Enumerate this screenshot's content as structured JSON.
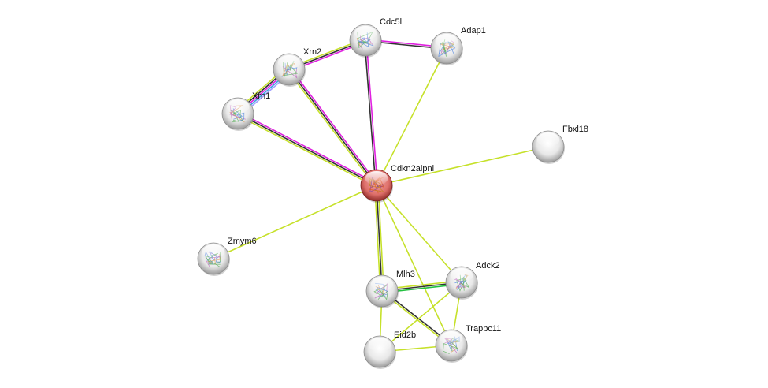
{
  "title": "Protein interaction network",
  "colors": {
    "textmining": "#c6e12a",
    "coexpression": "#333333",
    "experiments": "#e020e0",
    "databases": "#3aa0e0",
    "homology": "#a0a0ff",
    "neighborhood": "#22c040",
    "query_node": "#d9534f",
    "node": "#e6e6e6"
  },
  "nodes": [
    {
      "id": "Cdkn2aipnl",
      "label": "Cdkn2aipnl",
      "query": true,
      "structure": true
    },
    {
      "id": "Cdc5l",
      "label": "Cdc5l",
      "query": false,
      "structure": true
    },
    {
      "id": "Adap1",
      "label": "Adap1",
      "query": false,
      "structure": true
    },
    {
      "id": "Xrn2",
      "label": "Xrn2",
      "query": false,
      "structure": true
    },
    {
      "id": "Xrn1",
      "label": "Xrn1",
      "query": false,
      "structure": true
    },
    {
      "id": "Fbxl18",
      "label": "Fbxl18",
      "query": false,
      "structure": false
    },
    {
      "id": "Zmym6",
      "label": "Zmym6",
      "query": false,
      "structure": true
    },
    {
      "id": "Mlh3",
      "label": "Mlh3",
      "query": false,
      "structure": true
    },
    {
      "id": "Adck2",
      "label": "Adck2",
      "query": false,
      "structure": true
    },
    {
      "id": "Eid2b",
      "label": "Eid2b",
      "query": false,
      "structure": false
    },
    {
      "id": "Trappc11",
      "label": "Trappc11",
      "query": false,
      "structure": true
    }
  ],
  "edges": [
    {
      "source": "Cdkn2aipnl",
      "target": "Xrn1",
      "evidence": [
        "textmining",
        "coexpression",
        "experiments"
      ]
    },
    {
      "source": "Cdkn2aipnl",
      "target": "Xrn2",
      "evidence": [
        "textmining",
        "coexpression",
        "experiments"
      ]
    },
    {
      "source": "Cdkn2aipnl",
      "target": "Cdc5l",
      "evidence": [
        "coexpression",
        "experiments"
      ]
    },
    {
      "source": "Cdkn2aipnl",
      "target": "Adap1",
      "evidence": [
        "textmining"
      ]
    },
    {
      "source": "Cdkn2aipnl",
      "target": "Fbxl18",
      "evidence": [
        "textmining"
      ]
    },
    {
      "source": "Cdkn2aipnl",
      "target": "Zmym6",
      "evidence": [
        "textmining"
      ]
    },
    {
      "source": "Cdkn2aipnl",
      "target": "Mlh3",
      "evidence": [
        "textmining",
        "coexpression",
        "textmining"
      ]
    },
    {
      "source": "Cdkn2aipnl",
      "target": "Adck2",
      "evidence": [
        "textmining"
      ]
    },
    {
      "source": "Cdkn2aipnl",
      "target": "Trappc11",
      "evidence": [
        "textmining"
      ]
    },
    {
      "source": "Xrn1",
      "target": "Xrn2",
      "evidence": [
        "textmining",
        "coexpression",
        "experiments",
        "databases",
        "homology"
      ]
    },
    {
      "source": "Xrn2",
      "target": "Cdc5l",
      "evidence": [
        "textmining",
        "coexpression",
        "experiments"
      ]
    },
    {
      "source": "Cdc5l",
      "target": "Adap1",
      "evidence": [
        "experiments",
        "coexpression"
      ]
    },
    {
      "source": "Mlh3",
      "target": "Adck2",
      "evidence": [
        "textmining",
        "coexpression",
        "neighborhood"
      ]
    },
    {
      "source": "Mlh3",
      "target": "Trappc11",
      "evidence": [
        "coexpression",
        "textmining"
      ]
    },
    {
      "source": "Mlh3",
      "target": "Eid2b",
      "evidence": [
        "textmining"
      ]
    },
    {
      "source": "Adck2",
      "target": "Trappc11",
      "evidence": [
        "textmining"
      ]
    },
    {
      "source": "Adck2",
      "target": "Eid2b",
      "evidence": [
        "textmining"
      ]
    },
    {
      "source": "Eid2b",
      "target": "Trappc11",
      "evidence": [
        "textmining"
      ]
    }
  ]
}
